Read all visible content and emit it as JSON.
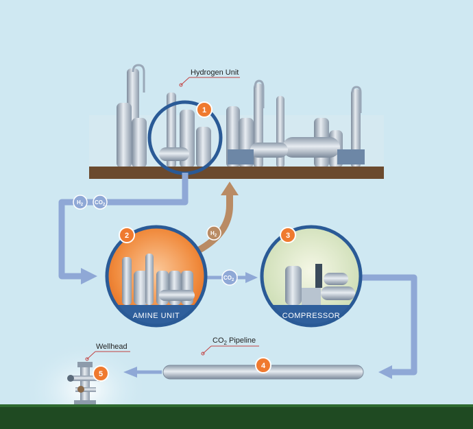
{
  "labels": {
    "hydrogen_unit": "Hydrogen Unit",
    "wellhead": "Wellhead",
    "co2_pipeline_prefix": "CO",
    "co2_pipeline_sub": "2",
    "co2_pipeline_suffix": " Pipeline"
  },
  "units": {
    "amine": "AMINE UNIT",
    "compressor": "COMPRESSOR"
  },
  "steps": {
    "s1": "1",
    "s2": "2",
    "s3": "3",
    "s4": "4",
    "s5": "5"
  },
  "bubbles": {
    "h2_main": "H",
    "h2_sub": "2",
    "co2_main": "CO",
    "co2_sub": "2"
  },
  "colors": {
    "sky": "#cfe8f2",
    "flow": "#8fa8d6",
    "orange": "#ef7a2f",
    "ground_brown": "#6b4a2e",
    "grass": "#1f4a22",
    "circle_ring": "#2a5a96"
  }
}
